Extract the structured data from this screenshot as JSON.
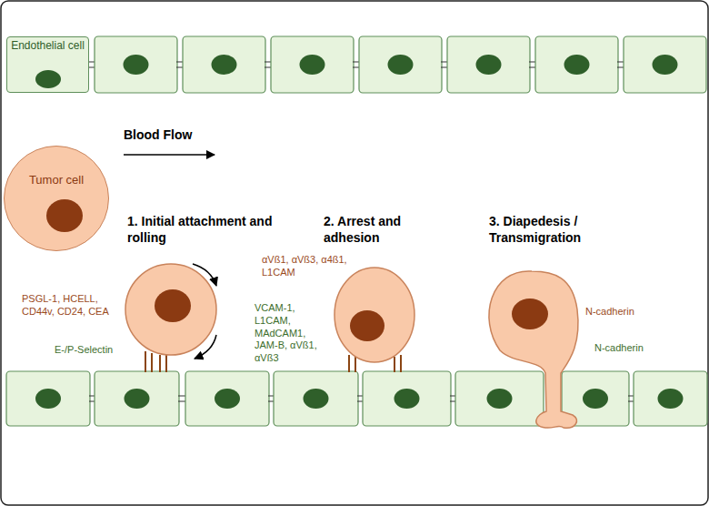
{
  "diagram": {
    "nodes": [
      {
        "text": [
          "Endothelial cell"
        ]
      },
      {
        "text": [
          "Tumor cell"
        ]
      }
    ],
    "labels": [
      "Blood Flow",
      "1. Initial attachment and rolling",
      "2. Arrest and adhesion",
      "3. Diapedesis / Transmigration",
      "PSGL-1, HCELL, CD44v, CD24, CEA",
      "E-/P-Selectin",
      "αVß1, αVß3, α4ß1, L1CAM",
      "VCAM-1, L1CAM, MAdCAM1, JAM-B, αVß1, αVß3",
      "N-cadherin",
      "N-cadherin"
    ]
  }
}
